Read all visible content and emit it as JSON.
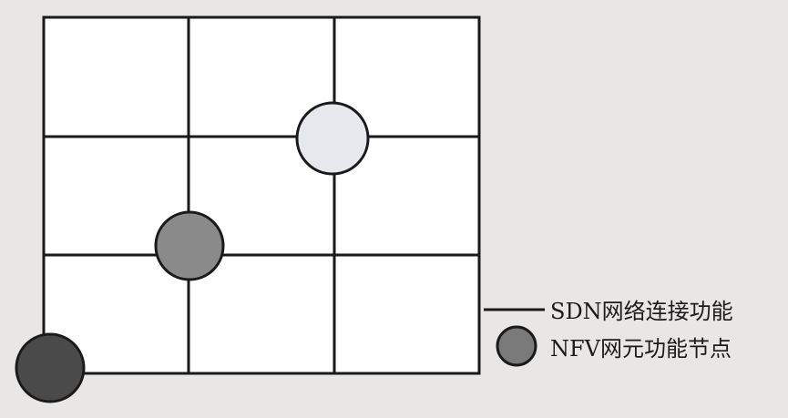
{
  "legend": {
    "link_label": "SDN网络连接功能",
    "node_label": "NFV网元功能节点"
  },
  "colors": {
    "background": "#e9e7e6",
    "grid_fill": "#ffffff",
    "line": "#1a1a1a",
    "node_dark": "#4a4a4a",
    "node_mid": "#8a8a8a",
    "node_light": "#e6e8ee",
    "legend_node": "#7a7a7a"
  },
  "nodes": [
    {
      "name": "node-dark",
      "shade": "dark"
    },
    {
      "name": "node-gray",
      "shade": "mid"
    },
    {
      "name": "node-light",
      "shade": "light"
    }
  ]
}
